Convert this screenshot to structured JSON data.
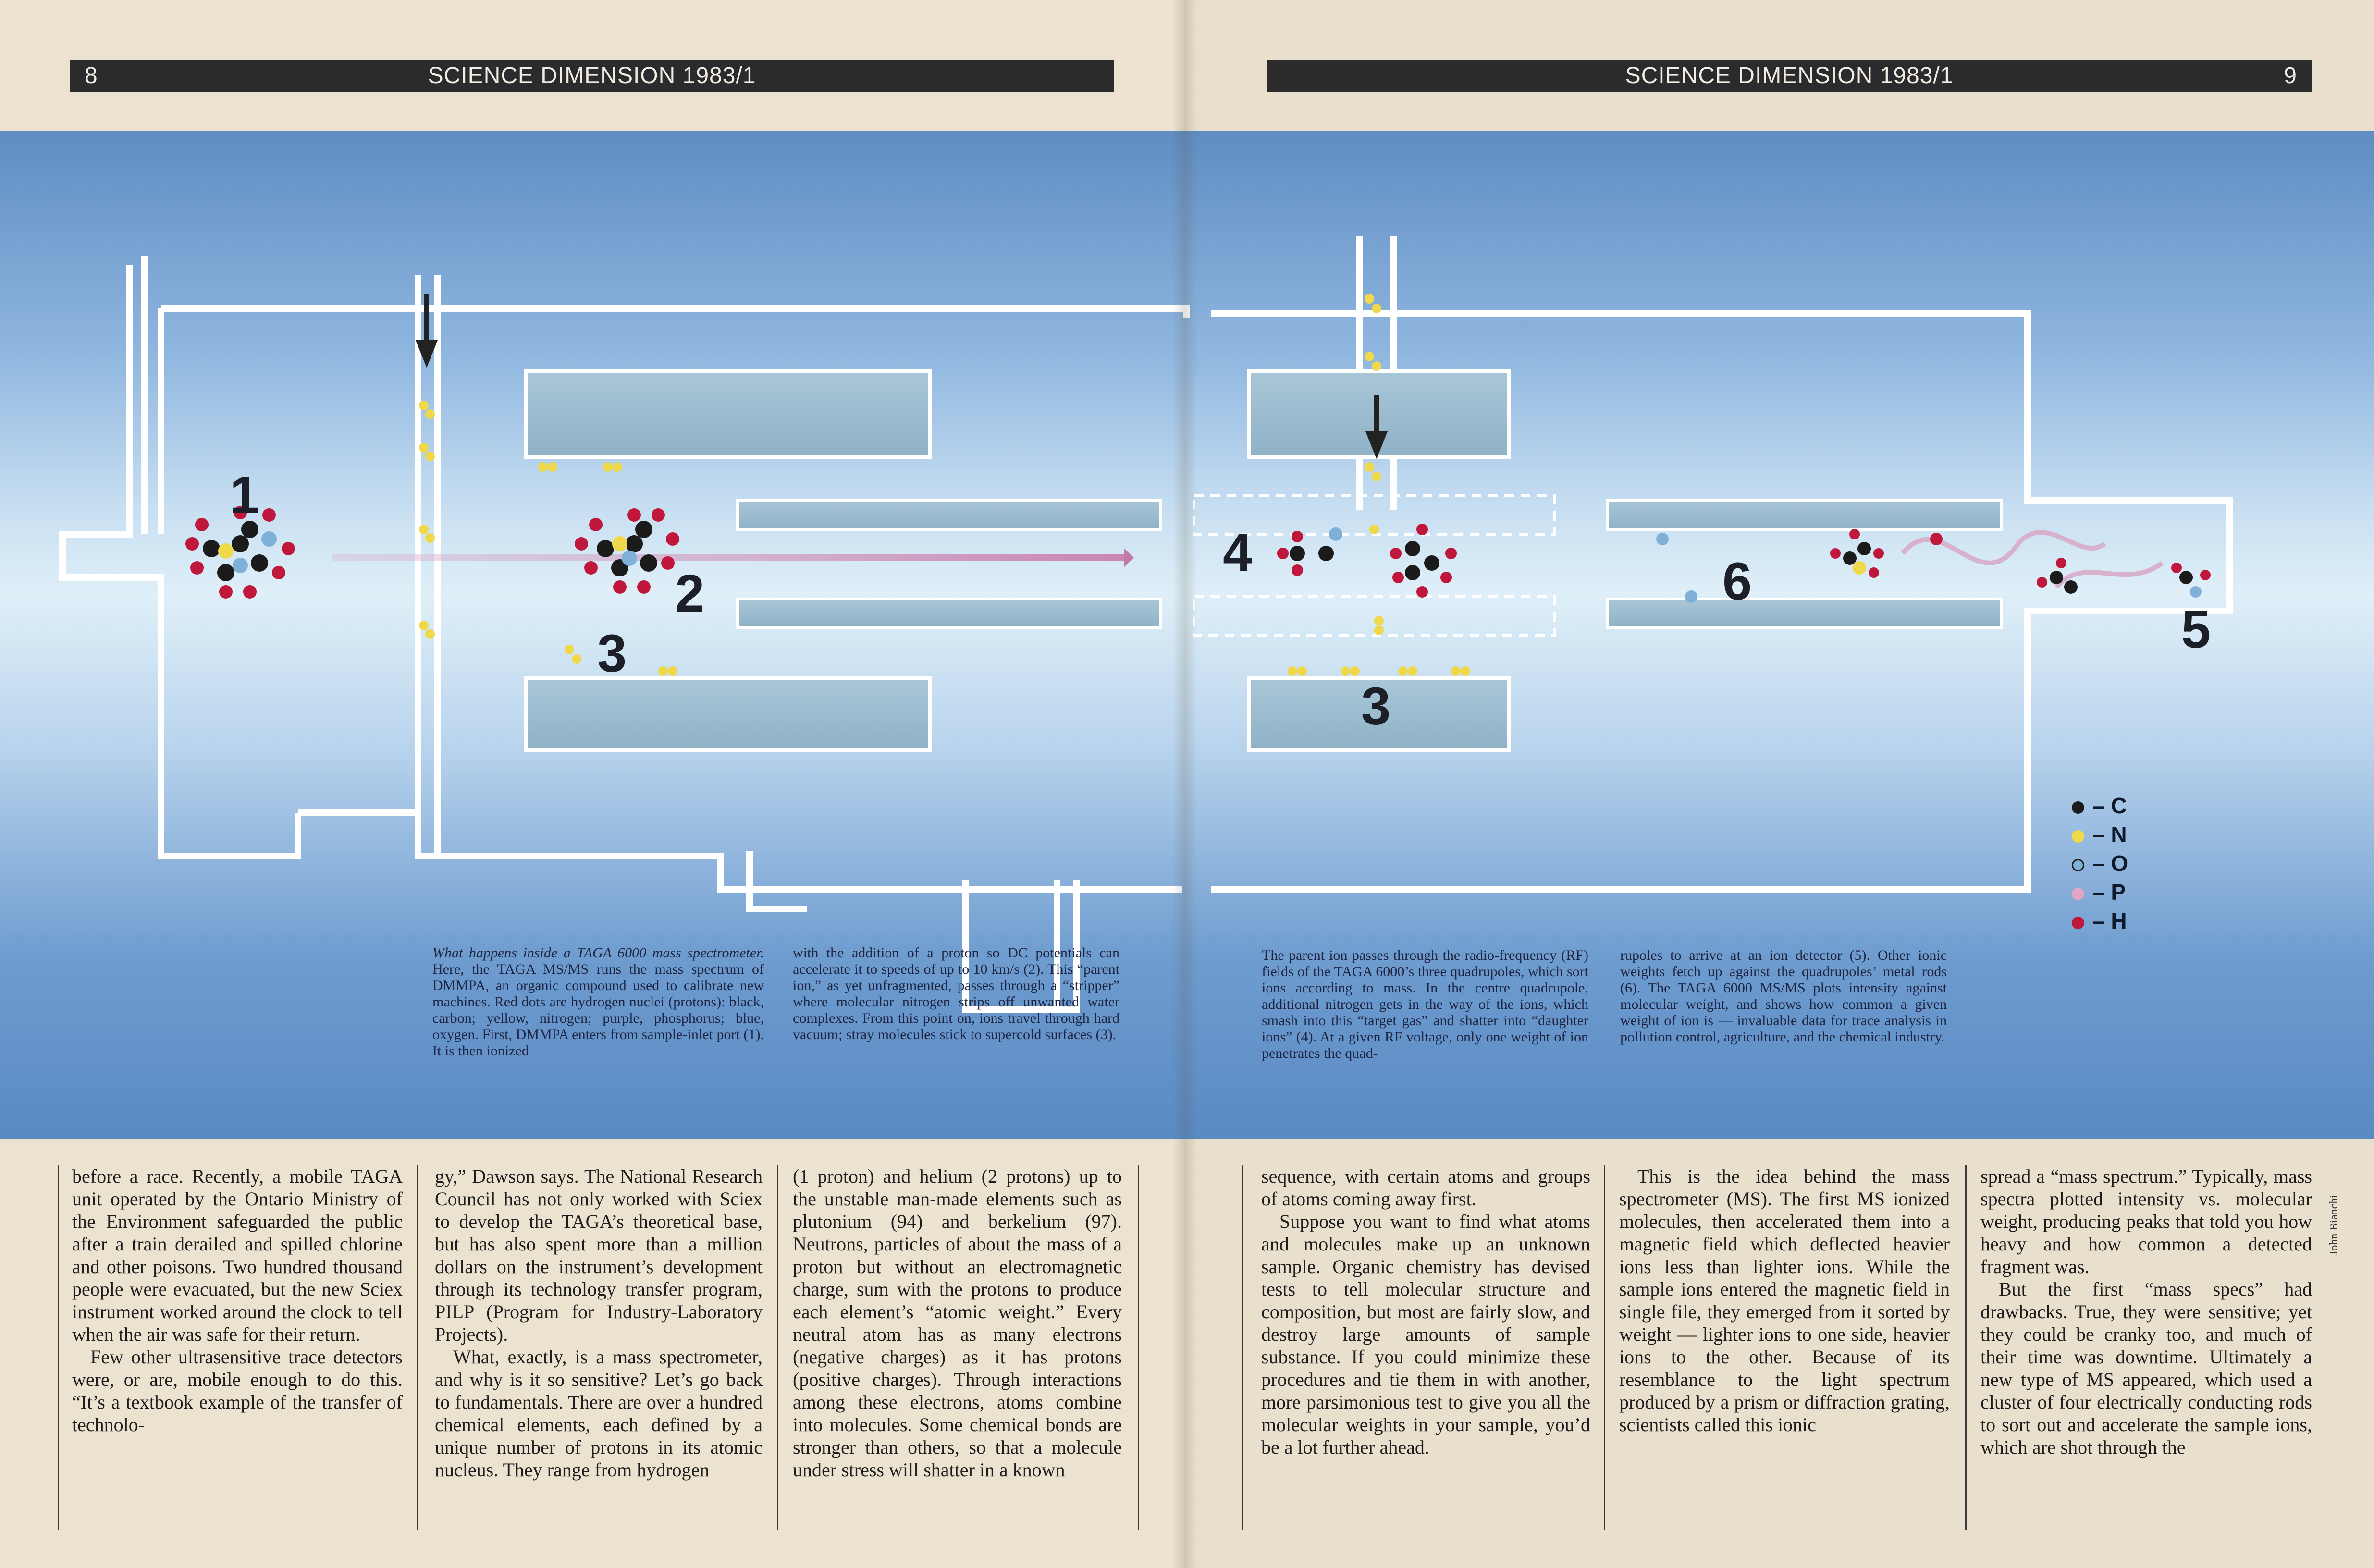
{
  "header": {
    "left_page_number": "8",
    "left_title": "SCIENCE DIMENSION 1983/1",
    "right_title": "SCIENCE DIMENSION 1983/1",
    "right_page_number": "9"
  },
  "diagram": {
    "labels": [
      "1",
      "2",
      "3",
      "3",
      "4",
      "5",
      "6"
    ],
    "legend": [
      {
        "symbol": "C",
        "color": "#1b1b1b"
      },
      {
        "symbol": "N",
        "color": "#efd94a"
      },
      {
        "symbol": "O",
        "color": "#7fb0d8"
      },
      {
        "symbol": "P",
        "color": "#e2a6c2"
      },
      {
        "symbol": "H",
        "color": "#c0183c"
      }
    ]
  },
  "captions": {
    "c1_italic": "What happens inside a TAGA 6000 mass spectrometer.",
    "c1_rest": " Here, the TAGA MS/MS runs the mass spectrum of DMMPA, an organic compound used to calibrate new machines. Red dots are hydrogen nuclei (protons): black, carbon; yellow, nitrogen; purple, phosphorus; blue, oxygen. First, DMMPA enters from sample-inlet port (1). It is then ionized",
    "c2": "with the addition of a proton so DC potentials can accelerate it to speeds of up to 10 km/s (2). This “parent ion,” as yet unfragmented, passes through a “stripper” where molecular nitrogen strips off unwanted water complexes. From this point on, ions travel through hard vacuum; stray molecules stick to supercold surfaces (3).",
    "c3": "The parent ion passes through the radio-frequency (RF) fields of the TAGA 6000’s three quadrupoles, which sort ions according to mass. In the centre quadrupole, additional nitrogen gets in the way of the ions, which smash into this “target gas” and shatter into “daughter ions” (4). At a given RF voltage, only one weight of ion penetrates the quad-",
    "c4": "rupoles to arrive at an ion detector (5). Other ionic weights fetch up against the quadrupoles’ metal rods (6). The TAGA 6000 MS/MS plots intensity against molecular weight, and shows how common a given weight of ion is — invaluable data for trace analysis in pollution control, agriculture, and the chemical industry."
  },
  "columns": {
    "col1_p1": "before a race. Recently, a mobile TAGA unit operated by the Ontario Ministry of the Environment safeguarded the public after a train derailed and spilled chlorine and other poisons. Two hundred thousand people were evacuated, but the new Sciex instrument worked around the clock to tell when the air was safe for their return.",
    "col1_p2": "Few other ultrasensitive trace detectors were, or are, mobile enough to do this. “It’s a textbook example of the transfer of technolo-",
    "col2_p1": "gy,” Dawson says. The National Research Council has not only worked with Sciex to develop the TAGA’s theoretical base, but has also spent more than a million dollars on the instrument’s development through its technology transfer program, PILP (Program for Industry-Laboratory Projects).",
    "col2_p2": "What, exactly, is a mass spectrometer, and why is it so sensitive? Let’s go back to fundamentals. There are over a hundred chemical elements, each defined by a unique number of protons in its atomic nucleus. They range from hydrogen",
    "col3_p1": "(1 proton) and helium (2 protons) up to the unstable man-made elements such as plutonium (94) and berkelium (97). Neutrons, particles of about the mass of a proton but without an electromagnetic charge, sum with the protons to produce each element’s “atomic weight.” Every neutral atom has as many electrons (negative charges) as it has protons (positive charges). Through interactions among these electrons, atoms combine into molecules. Some chemical bonds are stronger than others, so that a molecule under stress will shatter in a known",
    "col4_p1": "sequence, with certain atoms and groups of atoms coming away first.",
    "col4_p2": "Suppose you want to find what atoms and molecules make up an unknown sample. Organic chemistry has devised tests to tell molecular structure and composition, but most are fairly slow, and destroy large amounts of sample substance. If you could minimize these procedures and tie them in with another, more parsimonious test to give you all the molecular weights in your sample, you’d be a lot further ahead.",
    "col5_p1": "This is the idea behind the mass spectrometer (MS). The first MS ionized molecules, then accelerated them into a magnetic field which deflected heavier ions less than lighter ions. While the sample ions entered the magnetic field in single file, they emerged from it sorted by weight — lighter ions to one side, heavier ions to the other. Because of its resemblance to the light spectrum produced by a prism or diffraction grating, scientists called this ionic",
    "col6_p1": "spread a “mass spectrum.” Typically, mass spectra plotted intensity vs. molecular weight, producing peaks that told you how heavy and how common a detected fragment was.",
    "col6_p2": "But the first “mass specs” had drawbacks. True, they were sensitive; yet they could be cranky too, and much of their time was downtime. Ultimately a new type of MS appeared, which used a cluster of four electrically conducting rods to sort out and accelerate the sample ions, which are shot through the"
  },
  "credit": "John Bianchi"
}
